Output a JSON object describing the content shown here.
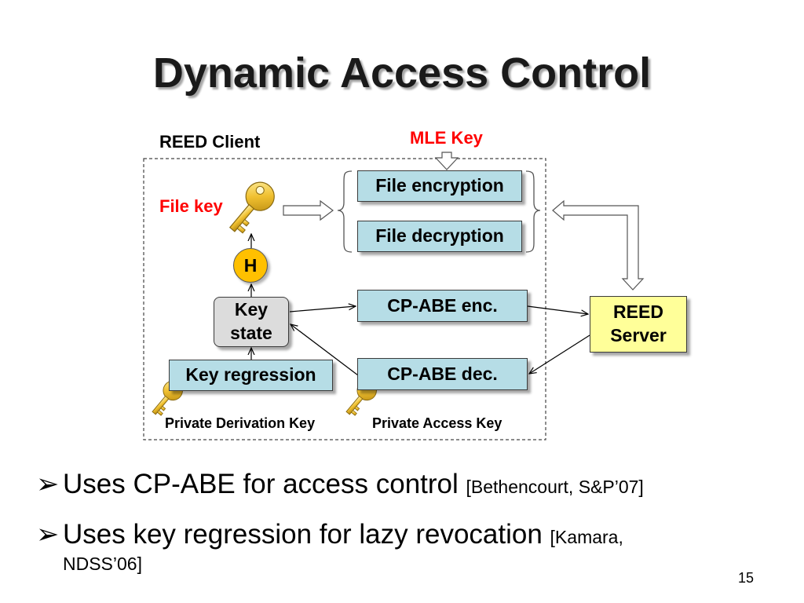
{
  "slide": {
    "title": "Dynamic Access Control",
    "page_number": "15"
  },
  "diagram": {
    "client_label": "REED Client",
    "mle_key_label": "MLE Key",
    "file_key_label": "File key",
    "hash_label": "H",
    "file_encryption": "File encryption",
    "file_decryption": "File decryption",
    "cpabe_enc": "CP-ABE enc.",
    "cpabe_dec": "CP-ABE dec.",
    "key_state_line1": "Key",
    "key_state_line2": "state",
    "key_regression": "Key regression",
    "server_line1": "REED",
    "server_line2": "Server",
    "private_derivation_key": "Private Derivation Key",
    "private_access_key": "Private Access Key",
    "icons": [
      "key-icon",
      "key-icon",
      "key-icon"
    ],
    "colors": {
      "teal_box": "#b6dde6",
      "gray_box": "#dcdcdc",
      "server_box": "#ffff99",
      "hash_circle": "#ffc000",
      "key_gold": "#e8b820",
      "red_label": "#ff0000"
    }
  },
  "bullets": [
    {
      "text": "Uses CP-ABE for access control",
      "ref": "[Bethencourt, S&P’07]"
    },
    {
      "text": "Uses key regression for lazy revocation",
      "ref": "[Kamara,",
      "ref_cont": "NDSS’06]"
    }
  ]
}
